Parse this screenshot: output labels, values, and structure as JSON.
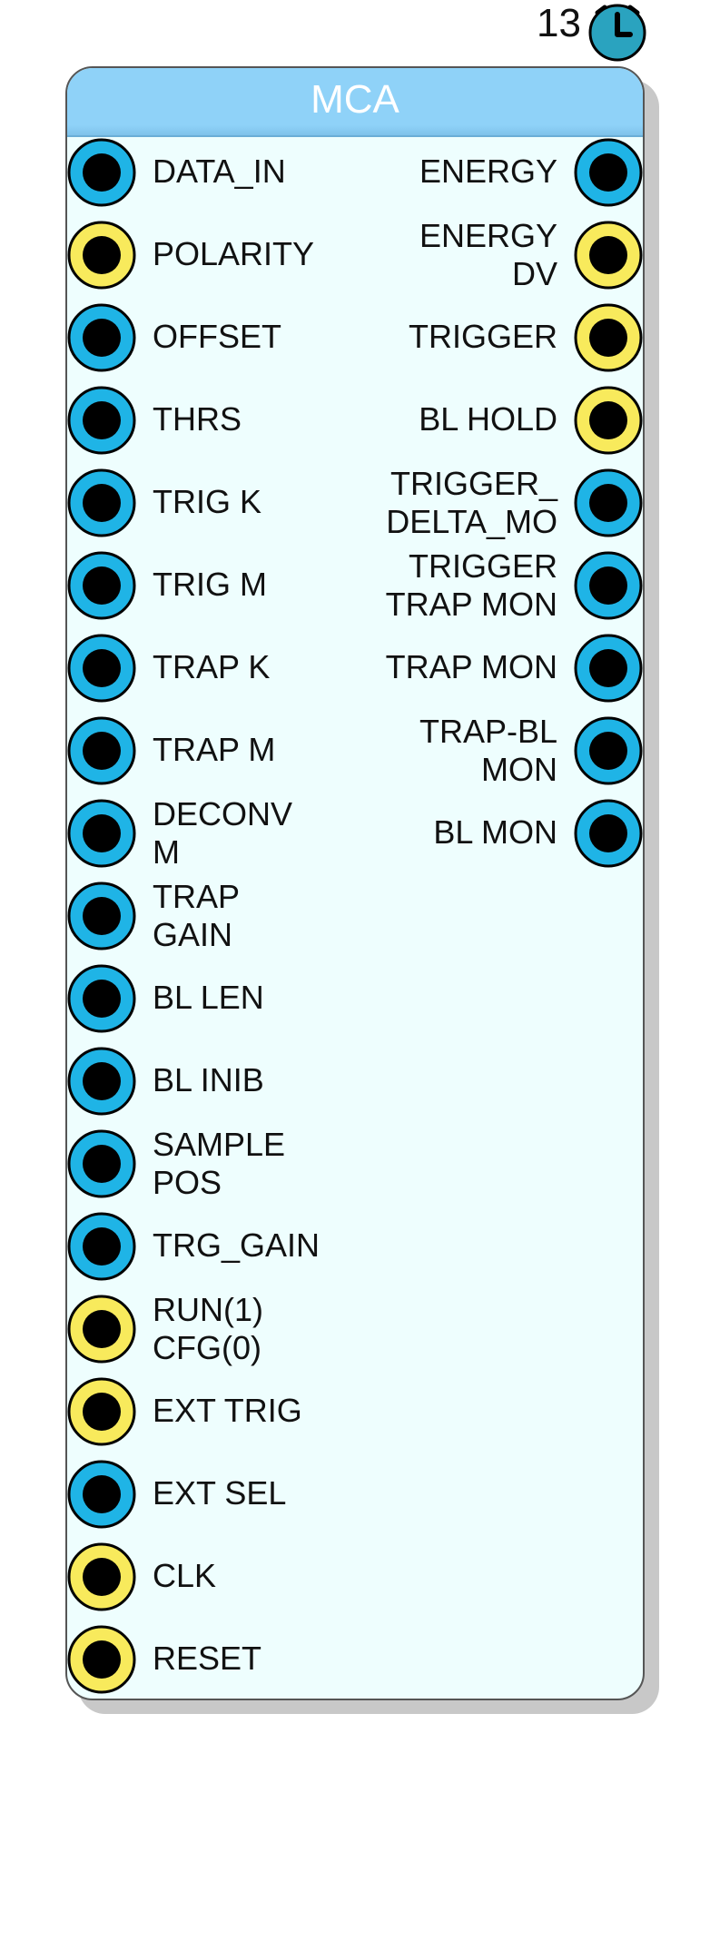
{
  "badge": {
    "count": "13",
    "icon": "stopwatch-icon"
  },
  "block": {
    "title": "MCA"
  },
  "colors": {
    "analog_ring": "#1fb4e6",
    "digital_ring": "#f8ea5c",
    "pin_core": "#000000",
    "header": "#8fd2f8",
    "body": "#eefefe"
  },
  "inputs": [
    {
      "label": "DATA_IN",
      "kind": "analog"
    },
    {
      "label": "POLARITY",
      "kind": "digital"
    },
    {
      "label": "OFFSET",
      "kind": "analog"
    },
    {
      "label": "THRS",
      "kind": "analog"
    },
    {
      "label": "TRIG K",
      "kind": "analog"
    },
    {
      "label": "TRIG M",
      "kind": "analog"
    },
    {
      "label": "TRAP K",
      "kind": "analog"
    },
    {
      "label": "TRAP M",
      "kind": "analog"
    },
    {
      "label": "DECONV\nM",
      "kind": "analog"
    },
    {
      "label": "TRAP\nGAIN",
      "kind": "analog"
    },
    {
      "label": "BL LEN",
      "kind": "analog"
    },
    {
      "label": "BL INIB",
      "kind": "analog"
    },
    {
      "label": "SAMPLE\nPOS",
      "kind": "analog"
    },
    {
      "label": "TRG_GAIN",
      "kind": "analog"
    },
    {
      "label": "RUN(1)\nCFG(0)",
      "kind": "digital"
    },
    {
      "label": "EXT TRIG",
      "kind": "digital"
    },
    {
      "label": "EXT SEL",
      "kind": "analog"
    },
    {
      "label": "CLK",
      "kind": "digital"
    },
    {
      "label": "RESET",
      "kind": "digital"
    }
  ],
  "outputs": [
    {
      "label": "ENERGY",
      "kind": "analog"
    },
    {
      "label": "ENERGY\nDV",
      "kind": "digital"
    },
    {
      "label": "TRIGGER",
      "kind": "digital"
    },
    {
      "label": "BL HOLD",
      "kind": "digital"
    },
    {
      "label": "TRIGGER_\nDELTA_MO",
      "kind": "analog"
    },
    {
      "label": "TRIGGER\nTRAP MON",
      "kind": "analog"
    },
    {
      "label": "TRAP MON",
      "kind": "analog"
    },
    {
      "label": "TRAP-BL\nMON",
      "kind": "analog"
    },
    {
      "label": "BL MON",
      "kind": "analog"
    }
  ]
}
